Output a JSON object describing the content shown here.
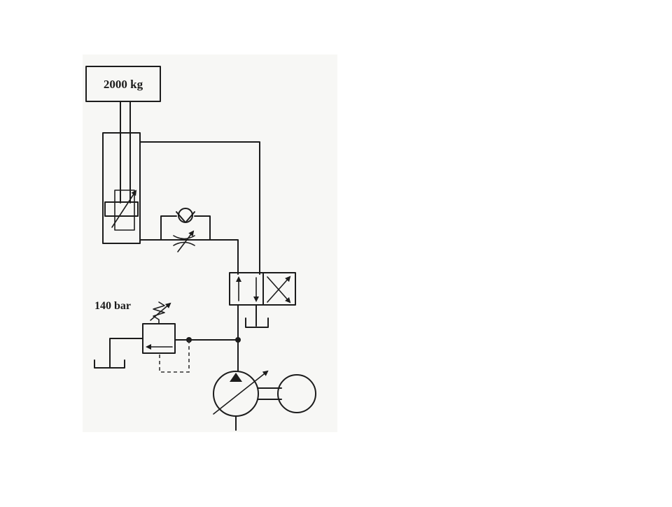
{
  "diagram": {
    "load_label": "2000 kg",
    "relief_pressure_label": "140 bar",
    "colors": {
      "ink": "#1c1c1c",
      "background": "#ffffff",
      "paper": "#f7f7f5"
    },
    "components": [
      "load-mass",
      "hydraulic-cylinder",
      "check-valve",
      "adjustable-throttle-valve",
      "directional-control-valve-4-2",
      "pressure-relief-valve",
      "variable-displacement-pump",
      "drive-motor",
      "tank"
    ]
  }
}
